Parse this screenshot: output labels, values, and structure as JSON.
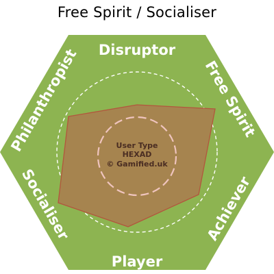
{
  "title": "Free Spirit / Socialiser",
  "segments": {
    "top": "Disruptor",
    "top_right": "Free Spirit",
    "bottom_right": "Achiever",
    "bottom": "Player",
    "bottom_left": "Socialiser",
    "top_left": "Philanthropist"
  },
  "center": {
    "line1": "User Type",
    "line2": "HEXAD",
    "line3": "© Gamified.uk"
  },
  "colors": {
    "hexagon_fill": "#8db451",
    "profile_fill": "#a6844f",
    "profile_stroke": "#b2563d",
    "outer_ring": "#ffffff",
    "inner_ring": "#efc4be",
    "label_text": "#ffffff",
    "center_text": "#4a2d22"
  }
}
